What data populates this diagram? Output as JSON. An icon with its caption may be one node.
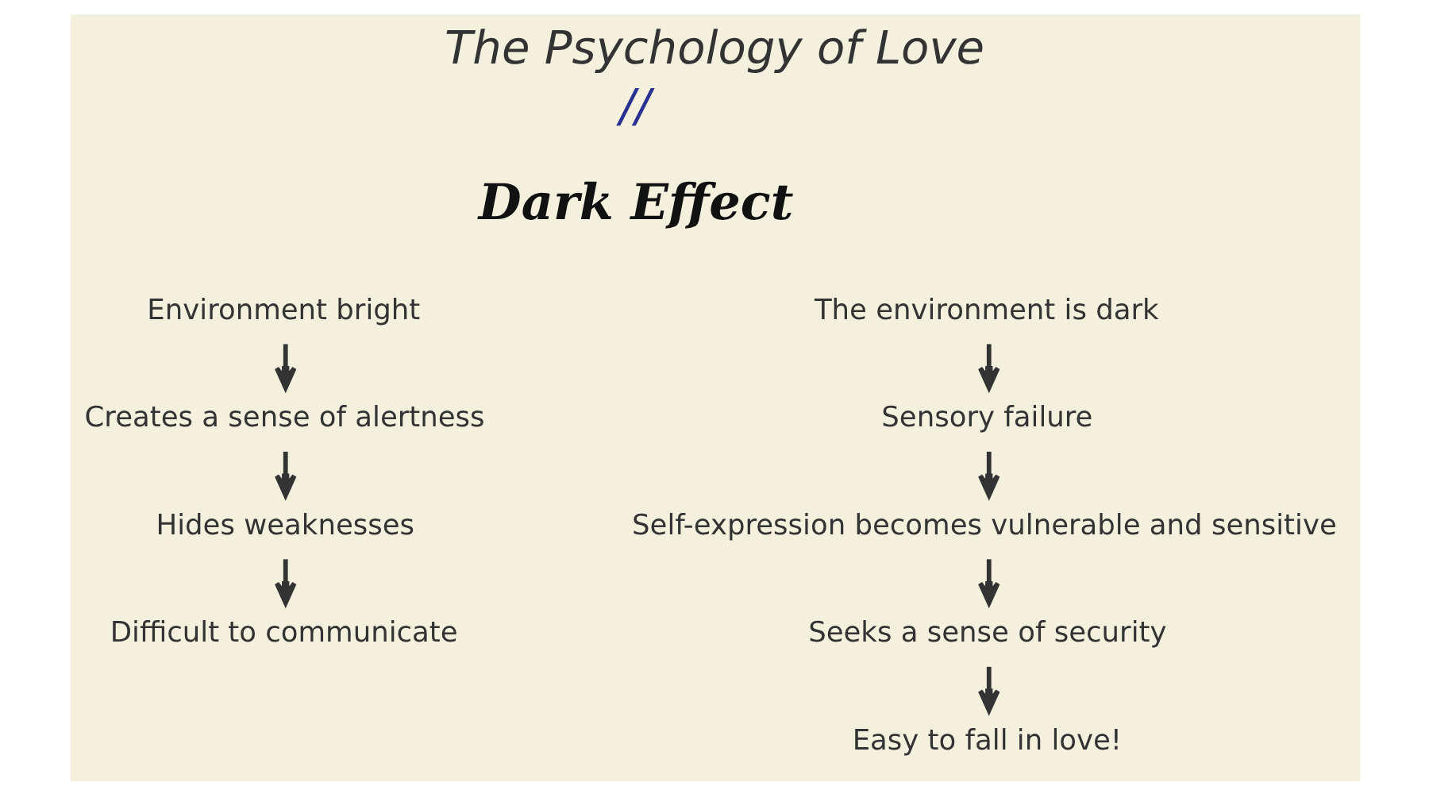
{
  "diagram": {
    "title": "The Psychology of Love",
    "nodes": [
      {
        "text": [
          "Environment bright"
        ]
      },
      {
        "text": [
          "Creates a sense of alertness"
        ]
      },
      {
        "text": [
          "Hides weaknesses"
        ]
      },
      {
        "text": [
          "Difficult to communicate"
        ]
      },
      {
        "text": [
          "The environment is dark"
        ]
      },
      {
        "text": [
          "Sensory failure"
        ]
      },
      {
        "text": [
          "Self-expression becomes vulnerable and sensitive"
        ]
      },
      {
        "text": [
          "Seeks a sense of security"
        ]
      },
      {
        "text": [
          "Easy to fall in love!"
        ]
      }
    ],
    "edges": [
      {
        "from": 0,
        "to": 1,
        "arrow": "to"
      },
      {
        "from": 1,
        "to": 2,
        "arrow": "to"
      },
      {
        "from": 2,
        "to": 3,
        "arrow": "to"
      },
      {
        "from": 4,
        "to": 5,
        "arrow": "to"
      },
      {
        "from": 5,
        "to": 6,
        "arrow": "to"
      },
      {
        "from": 6,
        "to": 7,
        "arrow": "to"
      },
      {
        "from": 7,
        "to": 8,
        "arrow": "to"
      }
    ],
    "labels": [
      "//",
      "Dark Effect"
    ]
  }
}
